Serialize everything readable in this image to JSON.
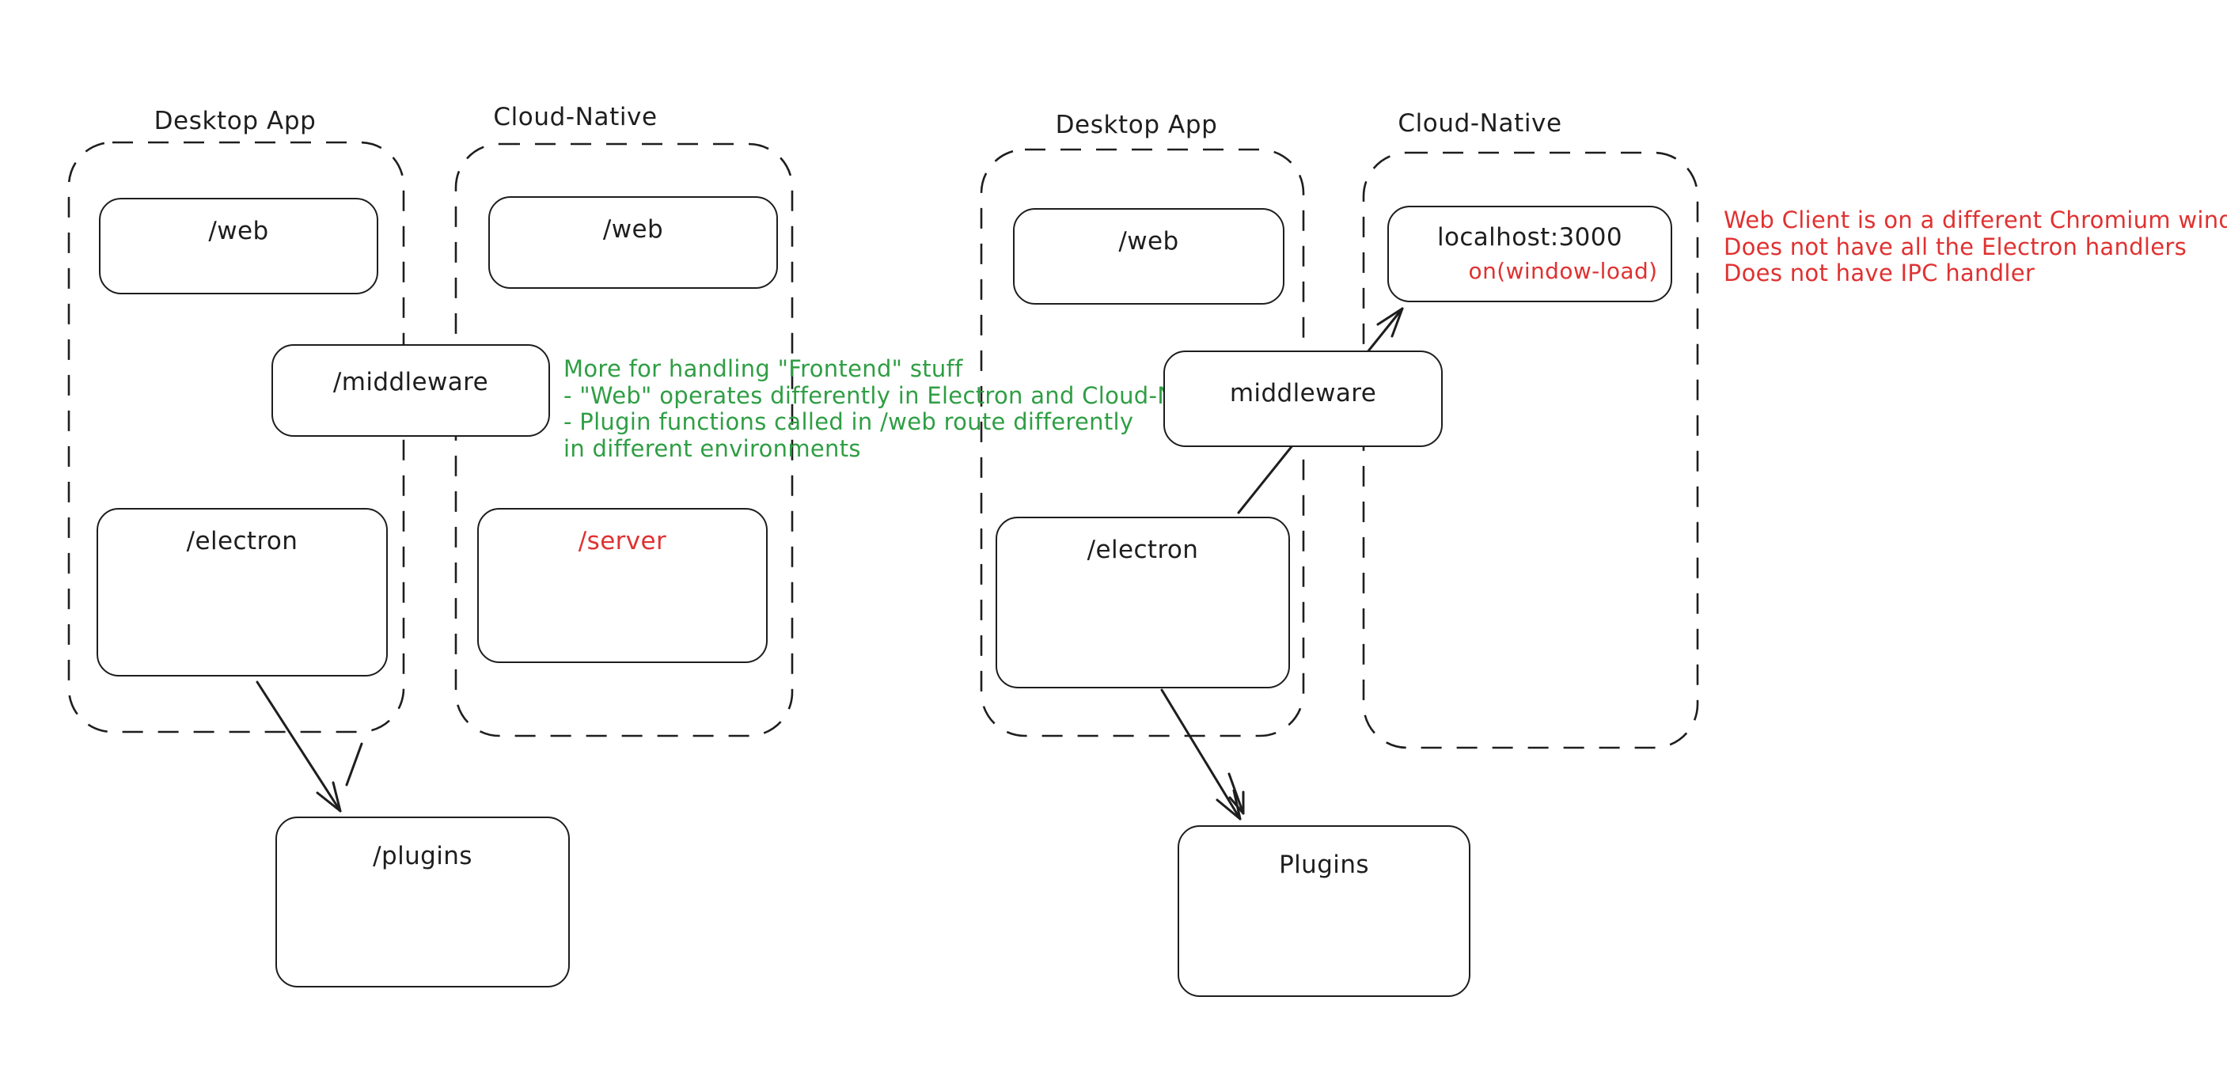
{
  "colors": {
    "stroke": "#1e1e1e",
    "green": "#2f9e44",
    "red": "#e03131",
    "background": "#ffffff"
  },
  "left": {
    "desktop_label": "Desktop App",
    "cloud_label": "Cloud-Native",
    "web_desktop": "/web",
    "web_cloud": "/web",
    "middleware": "/middleware",
    "electron": "/electron",
    "server": "/server",
    "plugins": "/plugins",
    "note_lines": [
      "More for handling \"Frontend\" stuff",
      "- \"Web\" operates differently in Electron and Cloud-Native",
      "- Plugin functions called in /web route differently",
      "in different environments"
    ]
  },
  "right": {
    "desktop_label": "Desktop App",
    "cloud_label": "Cloud-Native",
    "web": "/web",
    "localhost": "localhost:3000",
    "window_load": "on(window-load)",
    "middleware": "middleware",
    "electron": "/electron",
    "plugins": "Plugins",
    "note_lines": [
      "Web Client is on a different Chromium window",
      "Does not have all the Electron handlers",
      "Does not have IPC handler"
    ]
  }
}
